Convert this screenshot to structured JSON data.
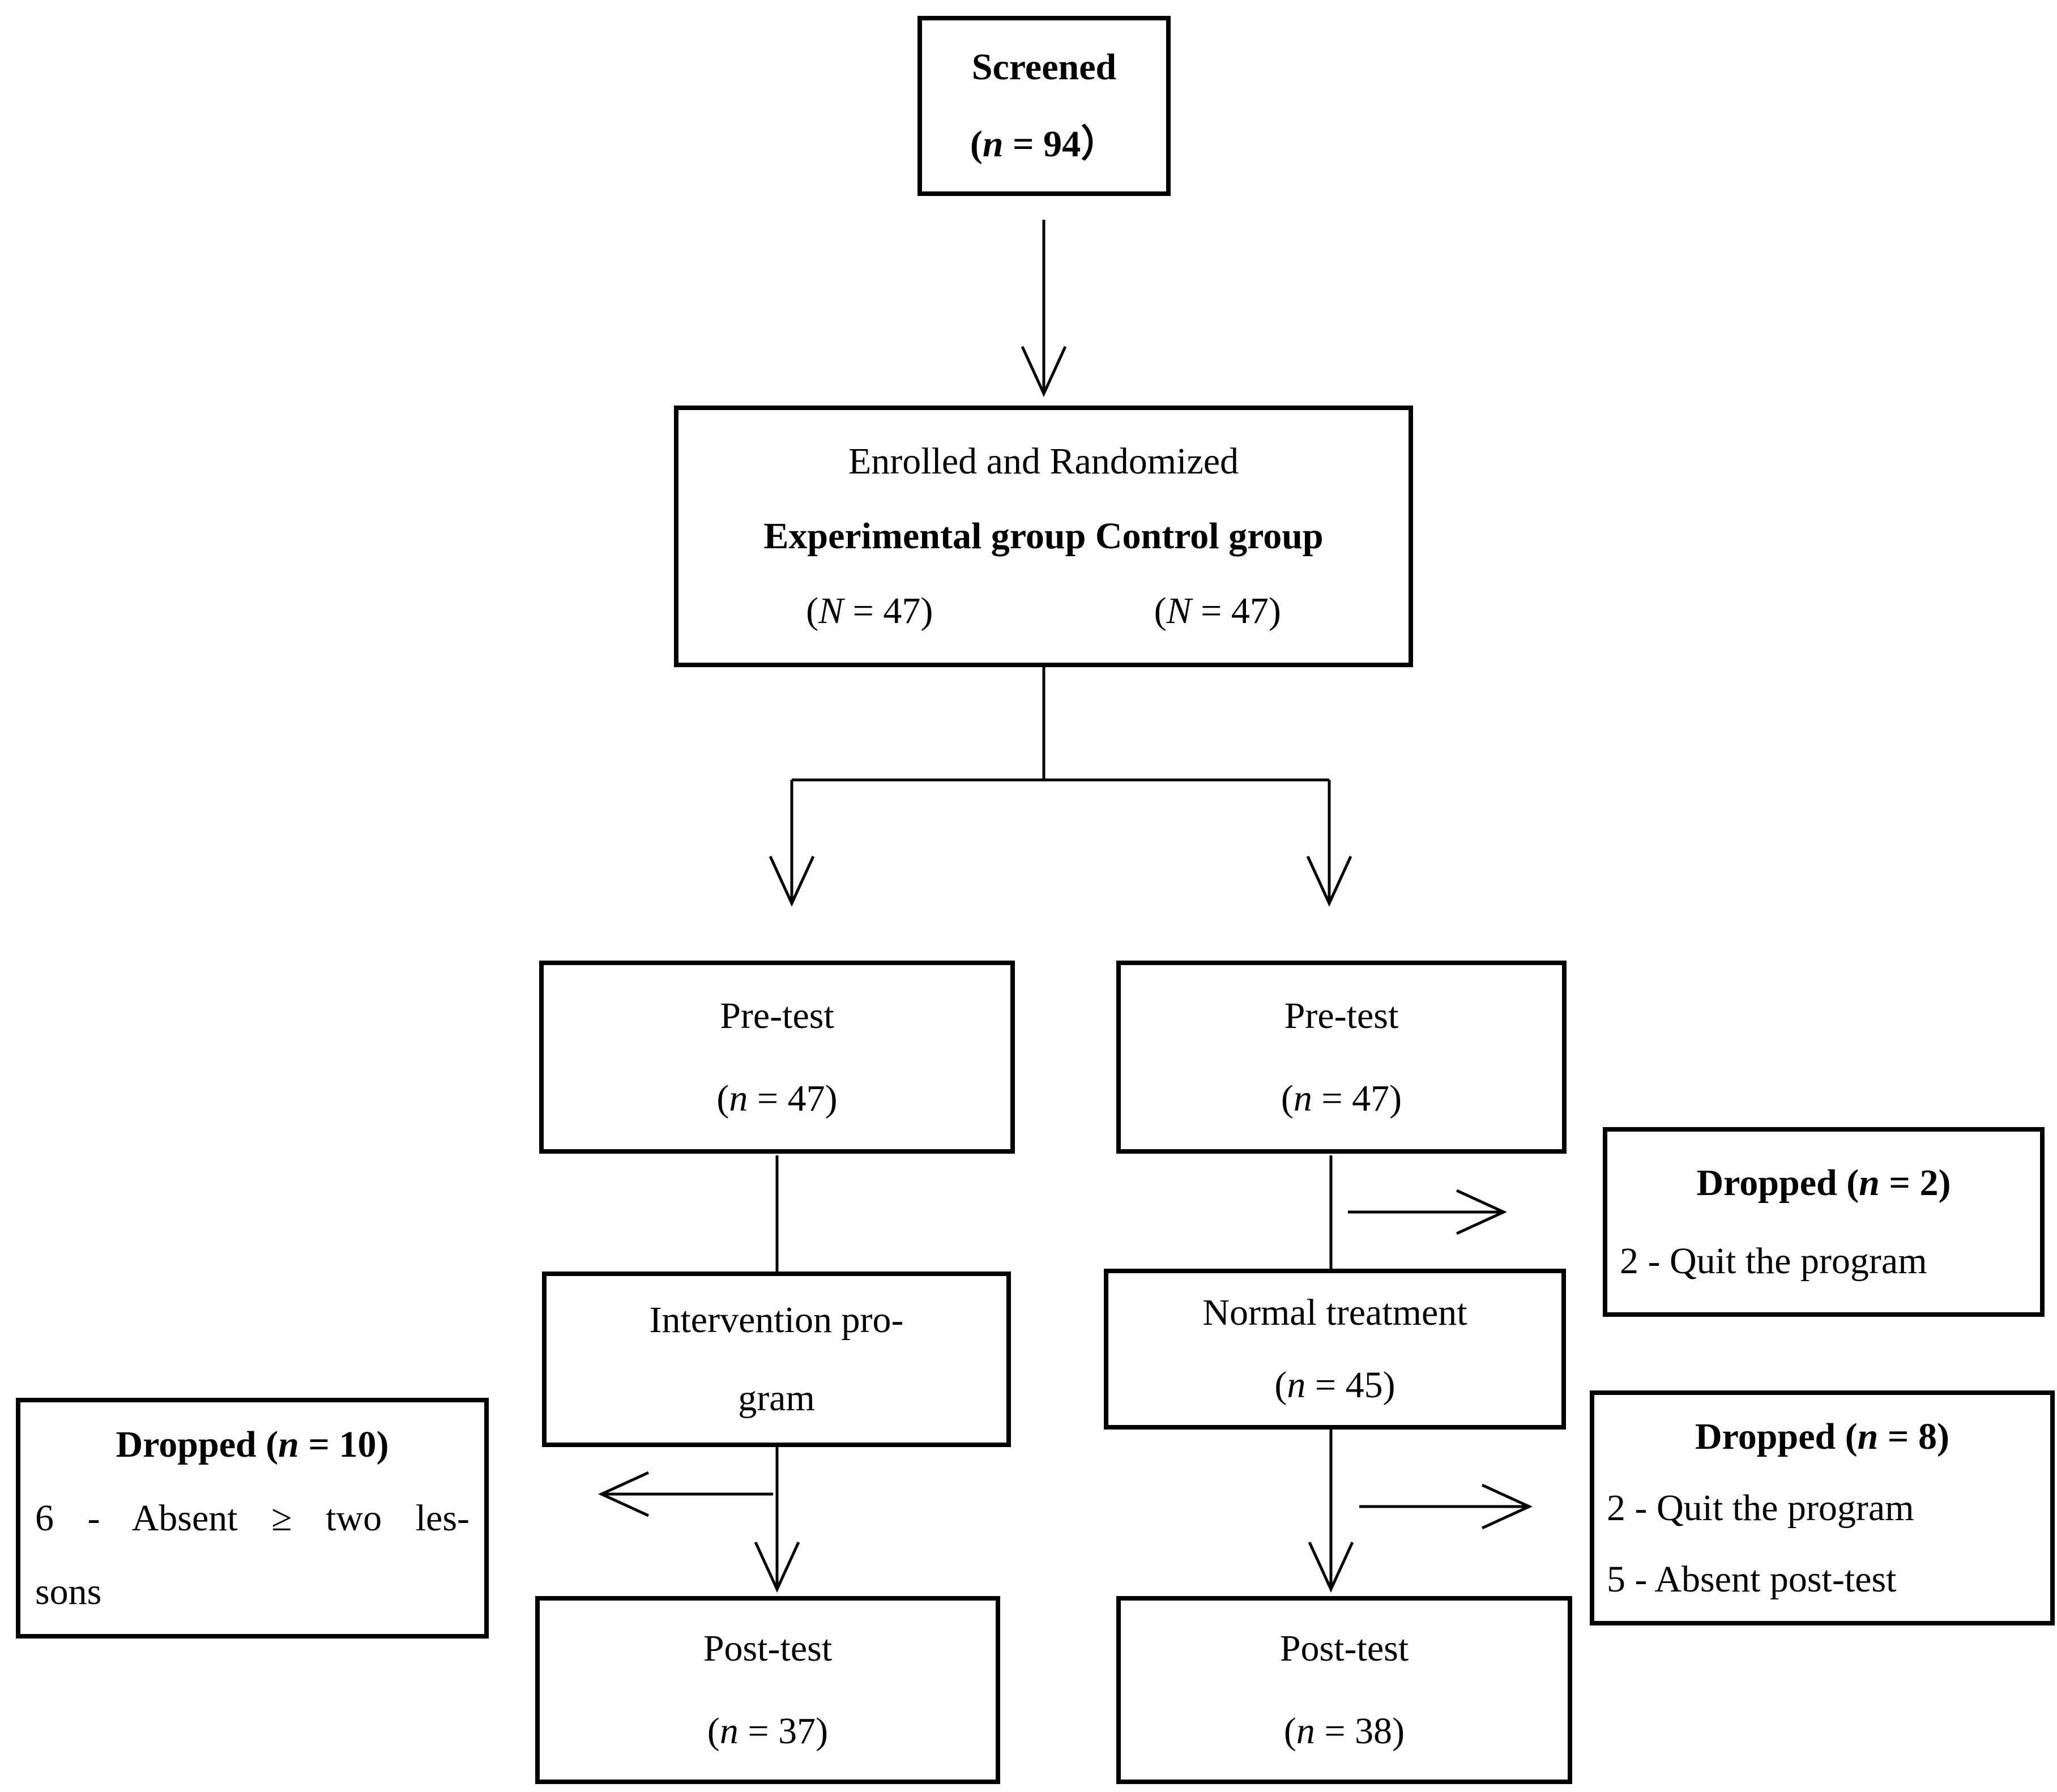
{
  "figure": {
    "background": "#ffffff",
    "line_color": "#000000"
  },
  "boxes": {
    "screened": {
      "title": "Screened",
      "count_open": "(",
      "count_var": "n",
      "count_rest": " = 94）"
    },
    "enrolled": {
      "line1": "Enrolled and Randomized",
      "line2": "Experimental group Control group",
      "exp_open": "(",
      "exp_var": "N",
      "exp_rest": " = 47)",
      "ctrl_open": "(",
      "ctrl_var": "N",
      "ctrl_rest": " = 47)"
    },
    "pretest_left": {
      "title": "Pre-test",
      "count_open": "(",
      "count_var": "n",
      "count_rest": " = 47)"
    },
    "pretest_right": {
      "title": "Pre-test",
      "count_open": "(",
      "count_var": "n",
      "count_rest": " = 47)"
    },
    "dropped_right_1": {
      "title_pre": "Dropped (",
      "title_var": "n",
      "title_rest": " = 2)",
      "reason1": "2 - Quit the program"
    },
    "intervention": {
      "line1": "Intervention pro-",
      "line2": "gram"
    },
    "normal_treatment": {
      "title": "Normal treatment",
      "count_open": "(",
      "count_var": "n",
      "count_rest": " = 45)"
    },
    "dropped_left": {
      "title_pre": "Dropped (",
      "title_var": "n",
      "title_rest": " = 10)",
      "reason1": "6 - Absent ≥ two les-",
      "reason2": "sons"
    },
    "dropped_right_2": {
      "title_pre": "Dropped (",
      "title_var": "n",
      "title_rest": " = 8)",
      "reason1": "2 - Quit the program",
      "reason2": "5 - Absent post-test"
    },
    "posttest_left": {
      "title": "Post-test",
      "count_open": "(",
      "count_var": "n",
      "count_rest": " = 37)"
    },
    "posttest_right": {
      "title": "Post-test",
      "count_open": "(",
      "count_var": "n",
      "count_rest": " = 38)"
    }
  }
}
